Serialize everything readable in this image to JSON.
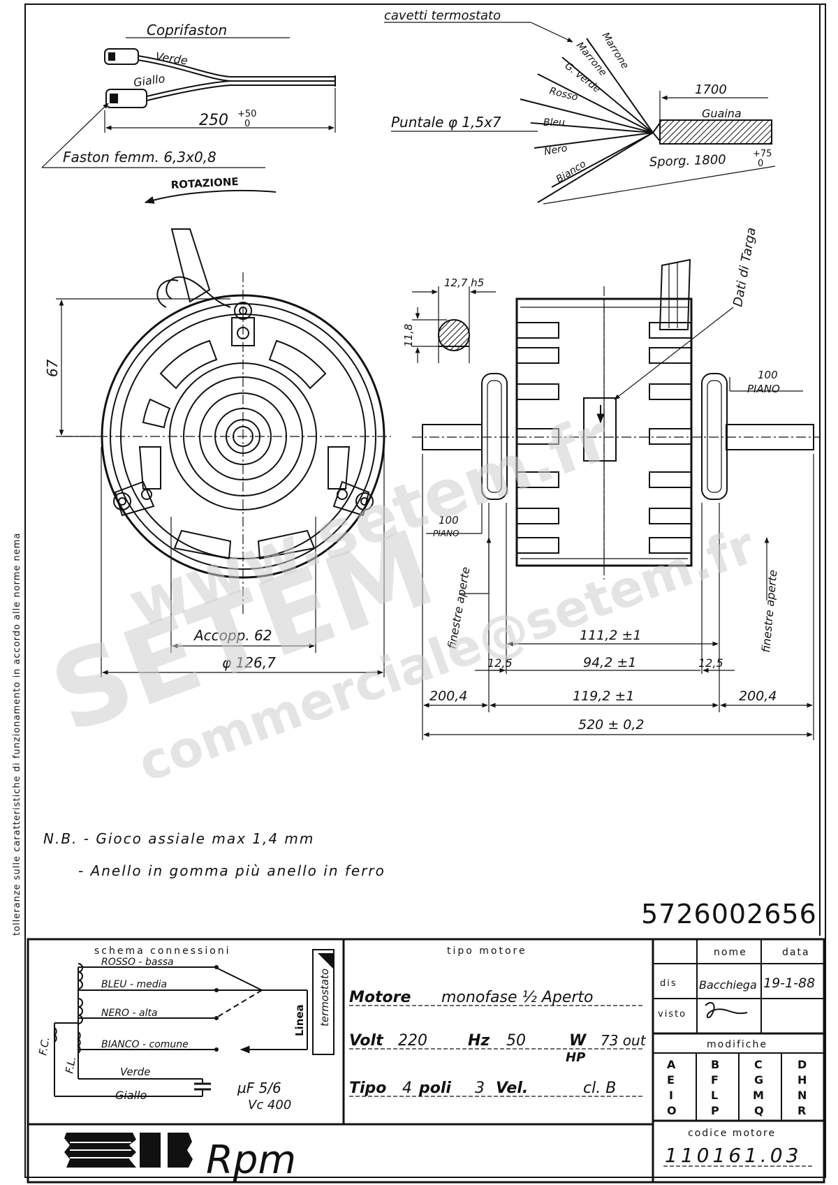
{
  "drawing_number": "5726002656",
  "side_note": "tolleranze sulle caratteristiche di funzionamento in accordo alle norme nema",
  "top_left": {
    "title": "Coprifaston",
    "wire1": "Verde",
    "wire2": "Giallo",
    "length": "250",
    "length_tol": "+50",
    "length_tol_low": "0",
    "faston": "Faston femm. 6,3x0,8"
  },
  "rotation": "ROTAZIONE",
  "top_right": {
    "title": "cavetti termostato",
    "wires": [
      "Marrone",
      "Marrone",
      "G. verde",
      "Rosso",
      "Bleu",
      "Nero",
      "Bianco"
    ],
    "puntale": "Puntale φ 1,5x7",
    "guaina_length": "1700",
    "guaina": "Guaina",
    "sporg": "Sporg. 1800",
    "sporg_tol": "+75",
    "sporg_tol_low": "0"
  },
  "front_view": {
    "height_dim": "67",
    "accopp": "Accopp. 62",
    "diameter": "φ 126,7"
  },
  "side_view": {
    "shaft_dia": "12,7 h5",
    "shaft_flat": "11,8",
    "dati_targa": "Dati di Targa",
    "piano_right_value": "100",
    "piano_right_label": "PIANO",
    "piano_left_value": "100",
    "piano_left_label": "PIANO",
    "finestre_left": "finestre aperte",
    "finestre_right": "finestre aperte",
    "dim_111": "111,2 ±1",
    "dim_125_left": "12,5",
    "dim_942": "94,2 ±1",
    "dim_125_right": "12,5",
    "dim_2004_left": "200,4",
    "dim_1192": "119,2 ±1",
    "dim_2004_right": "200,4",
    "dim_520": "520 ± 0,2"
  },
  "notes": {
    "line1": "N.B. - Gioco assiale max 1,4 mm",
    "line2": "- Anello in gomma più anello in ferro"
  },
  "schema": {
    "title": "schema connessioni",
    "rosso": "ROSSO - bassa",
    "bleu": "BLEU - media",
    "nero": "NERO - alta",
    "bianco": "BIANCO - comune",
    "verde": "Verde",
    "giallo": "Giallo",
    "fc": "F.C.",
    "fl": "F.L.",
    "linea": "Linea",
    "termostato": "termostato",
    "capacitor": "µF 5/6",
    "vc": "Vc 400"
  },
  "tipo_motore": {
    "title": "tipo motore",
    "motore_label": "Motore",
    "motore_value": "monofase ½ Aperto",
    "volt_label": "Volt",
    "volt_value": "220",
    "hz_label": "Hz",
    "hz_value": "50",
    "w_label": "W",
    "w_value": "73 out",
    "hp_label": "HP",
    "tipo_label": "Tipo",
    "poli_value": "4",
    "poli_label": "poli",
    "vel_value": "3",
    "vel_label": "Vel.",
    "cl": "cl. B"
  },
  "title_block": {
    "nome": "nome",
    "data": "data",
    "dis": "dis",
    "dis_name": "Bacchiega",
    "dis_date": "19-1-88",
    "visto": "visto",
    "modifiche": "modifiche",
    "mod_cols": [
      [
        "A",
        "E",
        "I",
        "O"
      ],
      [
        "B",
        "F",
        "L",
        "P"
      ],
      [
        "C",
        "G",
        "M",
        "Q"
      ],
      [
        "D",
        "H",
        "N",
        "R"
      ]
    ],
    "codice_label": "codice motore",
    "codice_value": "110161.03"
  },
  "brand": "Rpm",
  "watermark": {
    "line1": "www.setem.fr",
    "line2": "SETEM",
    "line3": "commerciale@setem.fr"
  }
}
